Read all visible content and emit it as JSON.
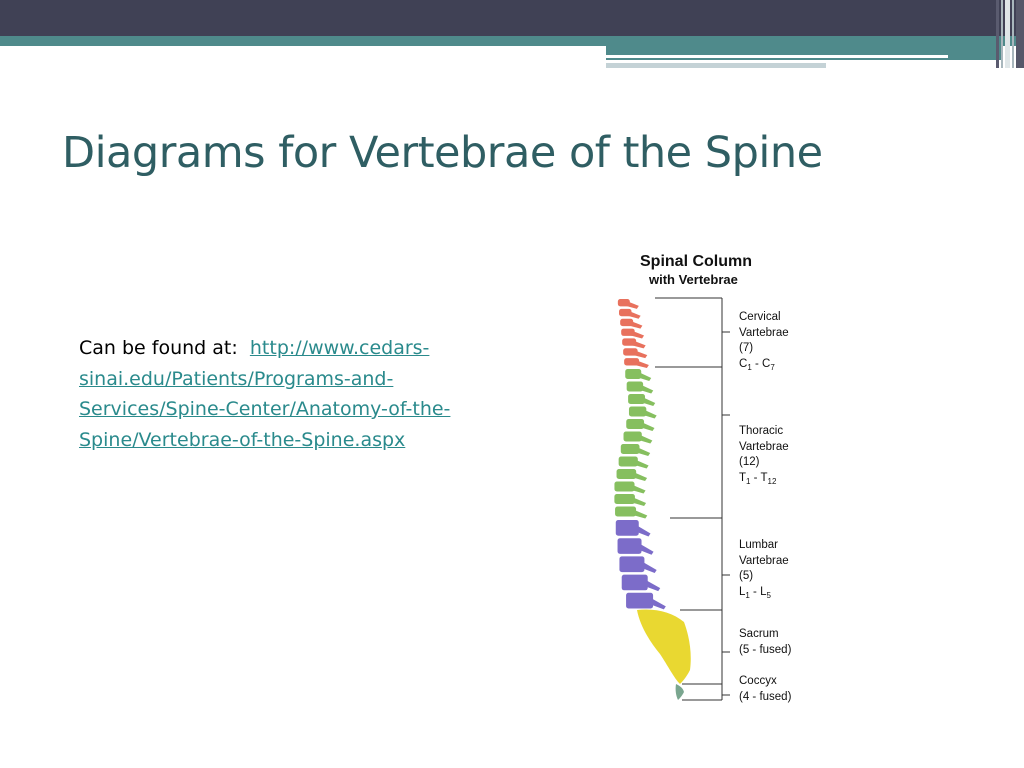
{
  "slide": {
    "title": "Diagrams for Vertebrae of the Spine",
    "body_prefix": "Can be found at:",
    "link": {
      "lines": [
        "http://www.cedars-",
        "sinai.edu/Patients/Programs-and-",
        "Services/Spine-Center/Anatomy-of-the-",
        "Spine/Vertebrae-of-the-Spine.aspx"
      ]
    }
  },
  "figure": {
    "title_line1": "Spinal Column",
    "title_line2": "with Vertebrae",
    "regions": [
      {
        "key": "cervical",
        "name": "Cervical",
        "type": "Vartebrae",
        "count": "(7)",
        "range_letter": "C",
        "range_from": "1",
        "range_to": "7",
        "color": "#e8715d"
      },
      {
        "key": "thoracic",
        "name": "Thoracic",
        "type": "Vartebrae",
        "count": "(12)",
        "range_letter": "T",
        "range_from": "1",
        "range_to": "12",
        "color": "#86bf5f"
      },
      {
        "key": "lumbar",
        "name": "Lumbar",
        "type": "Vartebrae",
        "count": "(5)",
        "range_letter": "L",
        "range_from": "1",
        "range_to": "5",
        "color": "#7c6cc9"
      },
      {
        "key": "sacrum",
        "name": "Sacrum",
        "note": "(5 - fused)",
        "color": "#e9d831"
      },
      {
        "key": "coccyx",
        "name": "Coccyx",
        "note": "(4 - fused)",
        "color": "#7aa68f"
      }
    ]
  },
  "theme": {
    "title_color": "#2f5e63",
    "link_color": "#2a8a8c",
    "header_dark": "#404155",
    "header_teal": "#4f8a8b"
  }
}
